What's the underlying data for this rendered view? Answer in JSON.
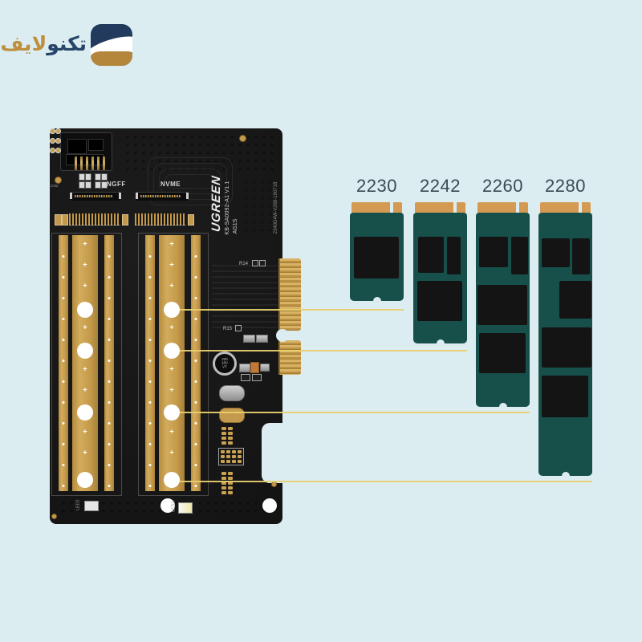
{
  "brand": {
    "full_name": "تكنولايف",
    "name_techno": "تكنو",
    "name_life": "لايف"
  },
  "card": {
    "ngff_label": "NGFF",
    "nvme_label": "NVME",
    "cn2_label": "CN2",
    "brand_text": "UGREEN",
    "model_text": "KB-SA0092-A1 V1.1",
    "revision_text": "AG1S",
    "serial_text": "2340D4W-V289-190718",
    "capacitor_text": "220 16V VT",
    "r14_label": "R14",
    "r15_label": "R15",
    "led1_label": "LED1",
    "led2_label": "LED2"
  },
  "ssds": [
    {
      "label": "2230"
    },
    {
      "label": "2242"
    },
    {
      "label": "2260"
    },
    {
      "label": "2280"
    }
  ],
  "colors": {
    "background": "#dcedf1",
    "card": "#171717",
    "gold": "#c9a14f",
    "connector_gold": "#d49a52",
    "ssd_pcb": "#17504a",
    "chip": "#141414",
    "line": "#e7cf6e",
    "label": "#3c4a52",
    "brand_navy": "#223a5e",
    "brand_gold": "#b4863c"
  }
}
